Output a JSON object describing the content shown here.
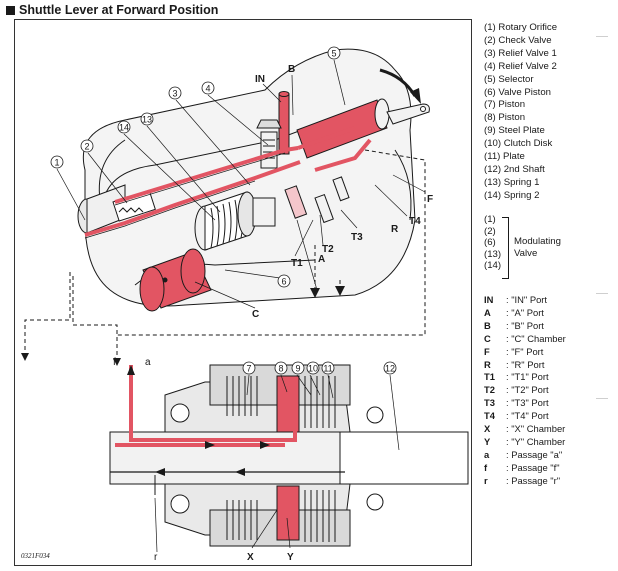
{
  "title": "Shuttle Lever at Forward Position",
  "legend": [
    "(1) Rotary Orifice",
    "(2) Check Valve",
    "(3) Relief Valve 1",
    "(4) Relief Valve 2",
    "(5) Selector",
    "(6) Valve Piston",
    "(7) Piston",
    "(8) Piston",
    "(9) Steel Plate",
    "(10) Clutch Disk",
    "(11) Plate",
    "(12) 2nd Shaft",
    "(13) Spring 1",
    "(14) Spring 2"
  ],
  "modulating": {
    "items": [
      "(1)",
      "(2)",
      "(6)",
      "(13)",
      "(14)"
    ],
    "label_line1": "Modulating",
    "label_line2": "Valve"
  },
  "abbreviations": [
    {
      "key": "IN",
      "value": ": \"IN\" Port"
    },
    {
      "key": "A",
      "value": ": \"A\" Port"
    },
    {
      "key": "B",
      "value": ": \"B\" Port"
    },
    {
      "key": "C",
      "value": ": \"C\" Chamber"
    },
    {
      "key": "F",
      "value": ": \"F\" Port"
    },
    {
      "key": "R",
      "value": ": \"R\" Port"
    },
    {
      "key": "T1",
      "value": ": \"T1\" Port"
    },
    {
      "key": "T2",
      "value": ": \"T2\" Port"
    },
    {
      "key": "T3",
      "value": ": \"T3\" Port"
    },
    {
      "key": "T4",
      "value": ": \"T4\" Port"
    },
    {
      "key": "X",
      "value": ": \"X\" Chamber"
    },
    {
      "key": "Y",
      "value": ": \"Y\" Chamber"
    },
    {
      "key": "a",
      "value": ": Passage \"a\""
    },
    {
      "key": "f",
      "value": ": Passage \"f\""
    },
    {
      "key": "r",
      "value": ": Passage \"r\""
    }
  ],
  "diagram_labels": {
    "n1": "1",
    "n2": "2",
    "n3": "3",
    "n4": "4",
    "n5": "5",
    "n6": "6",
    "n7": "7",
    "n8": "8",
    "n9": "9",
    "n10": "10",
    "n11": "11",
    "n12": "12",
    "n13": "13",
    "n14": "14",
    "IN": "IN",
    "B": "B",
    "A": "A",
    "C": "C",
    "F": "F",
    "R": "R",
    "T1": "T1",
    "T2": "T2",
    "T3": "T3",
    "T4": "T4",
    "X": "X",
    "Y": "Y",
    "f": "f",
    "a": "a",
    "r": "r"
  },
  "figure_code": "0321F034",
  "colors": {
    "oil": "#e25563",
    "line": "#1a1a1a",
    "shade": "#d9d9d9"
  }
}
